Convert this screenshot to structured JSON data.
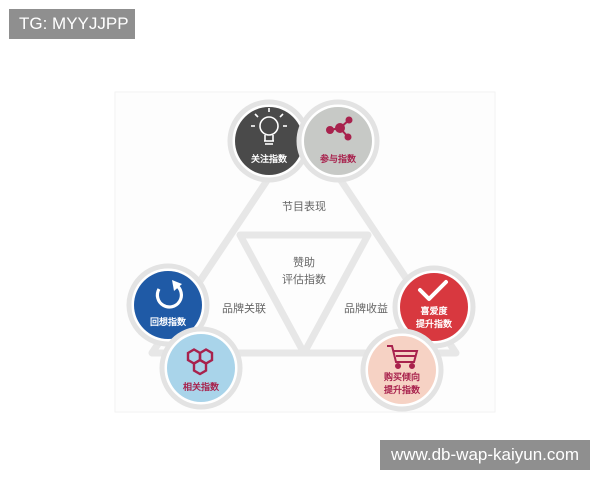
{
  "overlay": {
    "top_tag": "TG: MYYJJPP",
    "bottom_tag": "www.db-wap-kaiyun.com"
  },
  "diagram": {
    "center_label_line1": "赞助",
    "center_label_line2": "评估指数",
    "section_top": "节目表现",
    "section_left": "品牌关联",
    "section_right": "品牌收益",
    "nodes": {
      "attention": {
        "label": "关注指数",
        "icon": "lightbulb-icon",
        "color": "#4a4a4a"
      },
      "participation": {
        "label": "参与指数",
        "icon": "share-network-icon",
        "color": "#c7c9c6"
      },
      "recall": {
        "label": "回想指数",
        "icon": "refresh-icon",
        "color": "#1f5aa6"
      },
      "relevance": {
        "label": "相关指数",
        "icon": "hexagon-cluster-icon",
        "color": "#a9d4ea"
      },
      "favorability": {
        "label_line1": "喜爱度",
        "label_line2": "提升指数",
        "icon": "checkmark-icon",
        "color": "#d8383f"
      },
      "purchase": {
        "label_line1": "购买倾向",
        "label_line2": "提升指数",
        "icon": "shopping-cart-icon",
        "color": "#f6d2c4"
      }
    }
  },
  "colors": {
    "outline": "#e7e7e7",
    "text_gray": "#666666",
    "accent_red": "#d8383f",
    "accent_blue": "#1f5aa6"
  }
}
